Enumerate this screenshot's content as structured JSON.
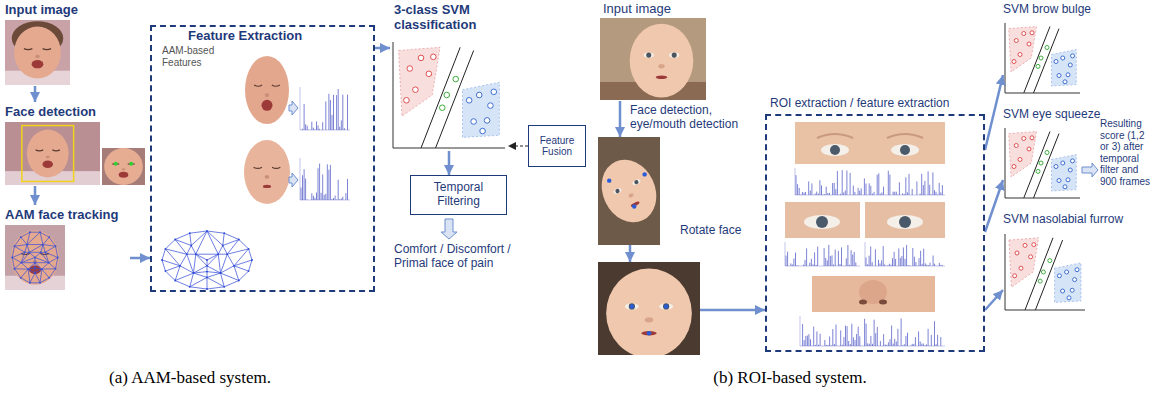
{
  "diagram": {
    "nodes": [
      {
        "text": [
          "Input image"
        ]
      },
      {
        "text": [
          "Face detection"
        ]
      },
      {
        "text": [
          "AAM face tracking"
        ]
      },
      {
        "text": [
          "Feature Extraction",
          "AAM-based Features"
        ]
      },
      {
        "text": [
          "3-class SVM classification"
        ]
      },
      {
        "text": [
          "Feature Fusion"
        ]
      },
      {
        "text": [
          "Temporal Filtering"
        ]
      },
      {
        "text": [
          "Input image"
        ]
      },
      {
        "text": [
          "Face detection, eye/mouth detection"
        ]
      },
      {
        "text": [
          "Rotate face"
        ]
      },
      {
        "text": [
          "ROI extraction / feature extraction"
        ]
      },
      {
        "text": [
          "SVM brow bulge"
        ]
      },
      {
        "text": [
          "SVM eye squeeze"
        ]
      },
      {
        "text": [
          "SVM nasolabial furrow"
        ]
      }
    ],
    "edges": [
      {
        "from": 0,
        "to": 1,
        "arrow": "to"
      },
      {
        "from": 1,
        "to": 2,
        "arrow": "to"
      },
      {
        "from": 2,
        "to": 3,
        "arrow": "to"
      },
      {
        "from": 3,
        "to": 4,
        "arrow": "to"
      },
      {
        "from": 5,
        "to": 4,
        "arrow": "to"
      },
      {
        "from": 4,
        "to": 6,
        "arrow": "to"
      },
      {
        "from": 7,
        "to": 8,
        "arrow": "to"
      },
      {
        "from": 8,
        "to": 9,
        "arrow": "to"
      },
      {
        "from": 9,
        "to": 10,
        "arrow": "to"
      },
      {
        "from": 10,
        "to": 11,
        "arrow": "to"
      },
      {
        "from": 10,
        "to": 12,
        "arrow": "to"
      },
      {
        "from": 10,
        "to": 13,
        "arrow": "to"
      }
    ],
    "labels": [
      "Comfort / Discomfort / Primal face of pain",
      "Resulting score (1,2 or 3) after temporal filter and 900 frames",
      "(a) AAM-based system.",
      "(b) ROI-based system."
    ]
  }
}
